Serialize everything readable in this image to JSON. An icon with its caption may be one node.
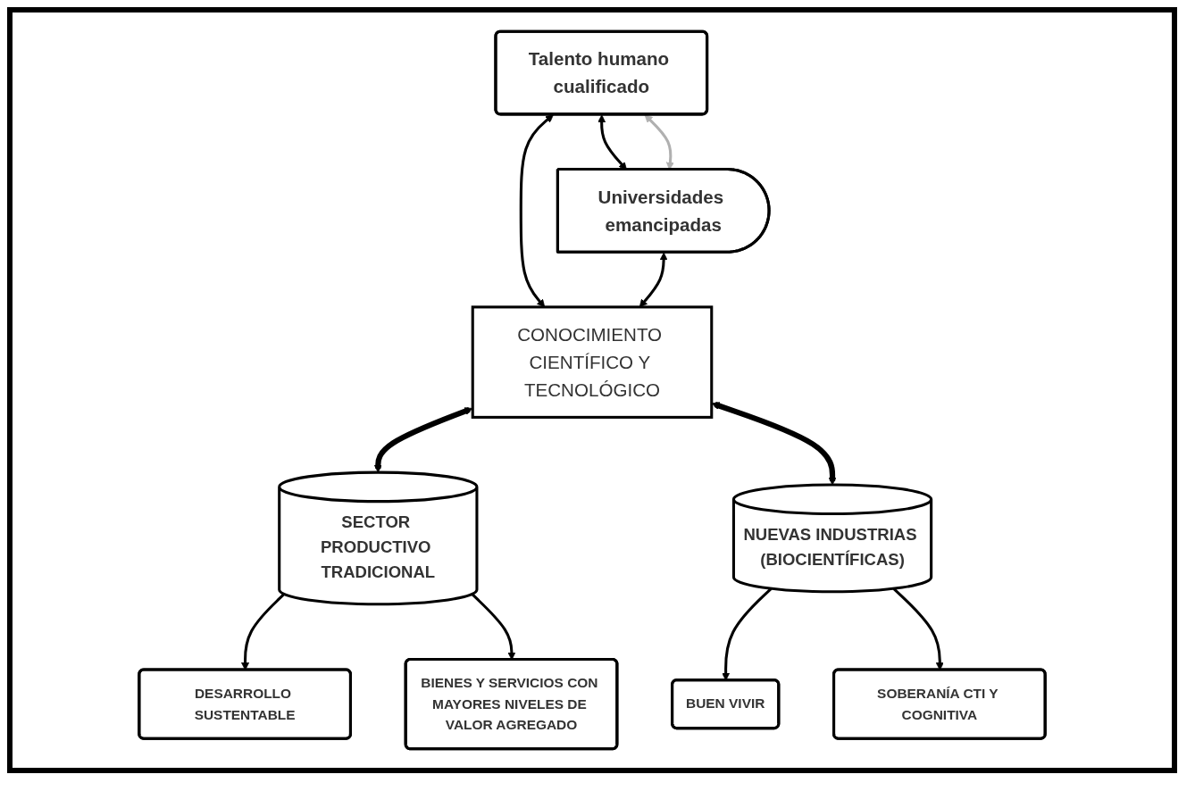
{
  "diagram": {
    "nodes": [
      {
        "text": [
          "Talento humano cualificado"
        ]
      },
      {
        "text": [
          "Universidades emancipadas"
        ]
      },
      {
        "text": [
          "CONOCIMIENTO CIENTÍFICO Y TECNOLÓGICO"
        ]
      },
      {
        "text": [
          "SECTOR PRODUCTIVO TRADICIONAL"
        ]
      },
      {
        "text": [
          "NUEVAS INDUSTRIAS (BIOCIENTÍFICAS)"
        ]
      },
      {
        "text": [
          "DESARROLLO SUSTENTABLE"
        ]
      },
      {
        "text": [
          "BIENES Y SERVICIOS CON MAYORES NIVELES DE VALOR AGREGADO"
        ]
      },
      {
        "text": [
          "BUEN VIVIR"
        ]
      },
      {
        "text": [
          "SOBERANÍA CTI Y COGNITIVA"
        ]
      }
    ],
    "edges": [
      {
        "from": 0,
        "to": 1,
        "arrow": "both"
      },
      {
        "from": 0,
        "to": 1,
        "arrow": "both",
        "color": "#b0b0b0"
      },
      {
        "from": 0,
        "to": 2,
        "arrow": "both"
      },
      {
        "from": 1,
        "to": 2,
        "arrow": "both"
      },
      {
        "from": 2,
        "to": 3,
        "arrow": "both",
        "style": "thick"
      },
      {
        "from": 2,
        "to": 4,
        "arrow": "both",
        "style": "thick"
      },
      {
        "from": 3,
        "to": 5,
        "arrow": "to"
      },
      {
        "from": 3,
        "to": 6,
        "arrow": "to"
      },
      {
        "from": 4,
        "to": 7,
        "arrow": "to"
      },
      {
        "from": 4,
        "to": 8,
        "arrow": "to"
      }
    ]
  }
}
